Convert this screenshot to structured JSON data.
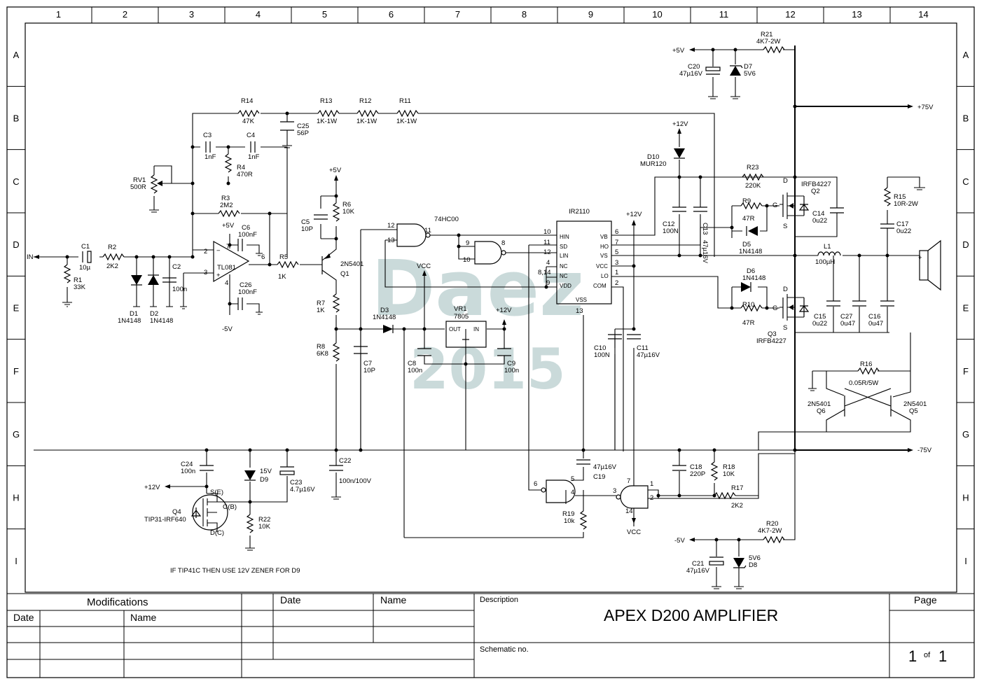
{
  "grid": {
    "columns": [
      "1",
      "2",
      "3",
      "4",
      "5",
      "6",
      "7",
      "8",
      "9",
      "10",
      "11",
      "12",
      "13",
      "14"
    ],
    "rows": [
      "A",
      "B",
      "C",
      "D",
      "E",
      "F",
      "G",
      "H",
      "I"
    ]
  },
  "watermark": {
    "line1": "Daez",
    "line2": "2015"
  },
  "rails": {
    "plus75": "+75V",
    "minus75": "-75V",
    "plus5": "+5V",
    "minus5": "-5V",
    "plus12": "+12V",
    "vcc": "VCC",
    "input": "IN"
  },
  "components": {
    "R1": {
      "ref": "R1",
      "value": "33K"
    },
    "C1": {
      "ref": "C1",
      "value": "10µ"
    },
    "R2": {
      "ref": "R2",
      "value": "2K2"
    },
    "D1": {
      "ref": "D1",
      "value": "1N4148"
    },
    "D2": {
      "ref": "D2",
      "value": "1N4148"
    },
    "C2": {
      "ref": "C2",
      "value": "100n"
    },
    "RV1": {
      "ref": "RV1",
      "value": "500R"
    },
    "C3": {
      "ref": "C3",
      "value": "1nF"
    },
    "C4": {
      "ref": "C4",
      "value": "1nF"
    },
    "R4": {
      "ref": "R4",
      "value": "470R"
    },
    "R14": {
      "ref": "R14",
      "value": "47K"
    },
    "R3": {
      "ref": "R3",
      "value": "2M2"
    },
    "U1": {
      "ref": "TL081"
    },
    "C6": {
      "ref": "C6",
      "value": "100nF"
    },
    "C26": {
      "ref": "C26",
      "value": "100nF"
    },
    "C25": {
      "ref": "C25",
      "value": "56P"
    },
    "R13": {
      "ref": "R13",
      "value": "1K-1W"
    },
    "R12": {
      "ref": "R12",
      "value": "1K-1W"
    },
    "R11": {
      "ref": "R11",
      "value": "1K-1W"
    },
    "R5": {
      "ref": "R5",
      "value": "1K"
    },
    "C5": {
      "ref": "C5",
      "value": "10P"
    },
    "R6": {
      "ref": "R6",
      "value": "10K"
    },
    "Q1": {
      "ref": "Q1",
      "value": "2N5401"
    },
    "R7": {
      "ref": "R7",
      "value": "1K"
    },
    "R8": {
      "ref": "R8",
      "value": "6K8"
    },
    "C7": {
      "ref": "C7",
      "value": "10P"
    },
    "D3": {
      "ref": "D3",
      "value": "1N4148"
    },
    "VR1": {
      "ref": "VR1",
      "value": "7805",
      "out": "OUT",
      "in": "IN"
    },
    "C8": {
      "ref": "C8",
      "value": "100n"
    },
    "C9": {
      "ref": "C9",
      "value": "100n"
    },
    "U2": {
      "ref": "74HC00"
    },
    "U3": {
      "ref": "IR2110"
    },
    "D10": {
      "ref": "D10",
      "value": "MUR120"
    },
    "C12": {
      "ref": "C12",
      "value": "100N"
    },
    "C13": {
      "ref": "C13",
      "value": "47µ16V"
    },
    "C10": {
      "ref": "C10",
      "value": "100N"
    },
    "C11": {
      "ref": "C11",
      "value": "47µ16V"
    },
    "R21": {
      "ref": "R21",
      "value": "4K7-2W"
    },
    "C20": {
      "ref": "C20",
      "value": "47µ16V"
    },
    "D7": {
      "ref": "D7",
      "value": "5V6"
    },
    "R23": {
      "ref": "R23",
      "value": "220K"
    },
    "Q2": {
      "ref": "Q2",
      "value": "IRFB4227"
    },
    "R9": {
      "ref": "R9",
      "value": "47R"
    },
    "D5": {
      "ref": "D5",
      "value": "1N4148"
    },
    "C14": {
      "ref": "C14",
      "value": "0u22"
    },
    "L1": {
      "ref": "L1",
      "value": "100µH"
    },
    "D6": {
      "ref": "D6",
      "value": "1N4148"
    },
    "R10": {
      "ref": "R10",
      "value": "47R"
    },
    "Q3": {
      "ref": "Q3",
      "value": "IRFB4227"
    },
    "C15": {
      "ref": "C15",
      "value": "0u22"
    },
    "C27": {
      "ref": "C27",
      "value": "0u47"
    },
    "C16": {
      "ref": "C16",
      "value": "0u47"
    },
    "R15": {
      "ref": "R15",
      "value": "10R-2W"
    },
    "C17": {
      "ref": "C17",
      "value": "0u22"
    },
    "R16": {
      "ref": "R16",
      "value": "0.05R/5W"
    },
    "Q6": {
      "ref": "Q6",
      "value": "2N5401"
    },
    "Q5": {
      "ref": "Q5",
      "value": "2N5401"
    },
    "C24": {
      "ref": "C24",
      "value": "100n"
    },
    "D9": {
      "ref": "D9",
      "value": "15V"
    },
    "C23": {
      "ref": "C23",
      "value": "4.7µ16V"
    },
    "Q4": {
      "ref": "Q4",
      "value": "TIP31-IRF640"
    },
    "R22": {
      "ref": "R22",
      "value": "10K"
    },
    "C22": {
      "ref": "C22",
      "value": "100n/100V"
    },
    "C19": {
      "ref": "C19",
      "value": "47µ16V"
    },
    "R19": {
      "ref": "R19",
      "value": "10k"
    },
    "C18": {
      "ref": "C18",
      "value": "220P"
    },
    "R18": {
      "ref": "R18",
      "value": "10K"
    },
    "R17": {
      "ref": "R17",
      "value": "2K2"
    },
    "R20": {
      "ref": "R20",
      "value": "4K7-2W"
    },
    "C21": {
      "ref": "C21",
      "value": "47µ16V"
    },
    "D8": {
      "ref": "D8",
      "value": "5V6"
    }
  },
  "note": "IF TIP41C THEN USE 12V ZENER FOR D9",
  "title_block": {
    "modifications": "Modifications",
    "date": "Date",
    "name": "Name",
    "description_label": "Description",
    "title": "APEX D200 AMPLIFIER",
    "schematic_no_label": "Schematic no.",
    "page_label": "Page",
    "page_num": "1",
    "page_of": "of",
    "page_total": "1"
  }
}
